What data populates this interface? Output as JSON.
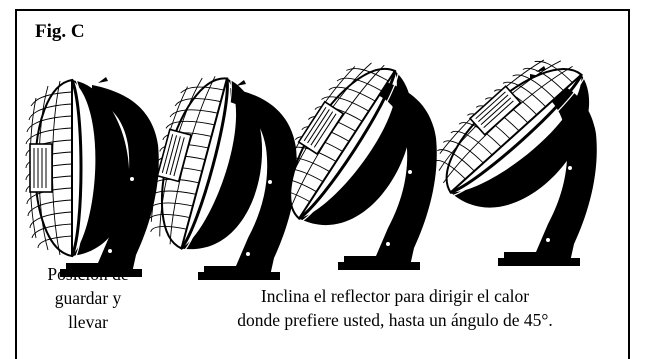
{
  "figure": {
    "title": "Fig. C",
    "caption_left": [
      "Posición de",
      "guardar y",
      "llevar"
    ],
    "caption_main": [
      "Inclina el reflector para dirigir el calor",
      "donde prefiere usted, hasta un ángulo de 45°."
    ],
    "tilt_degrees": [
      0,
      15,
      30,
      45
    ]
  }
}
